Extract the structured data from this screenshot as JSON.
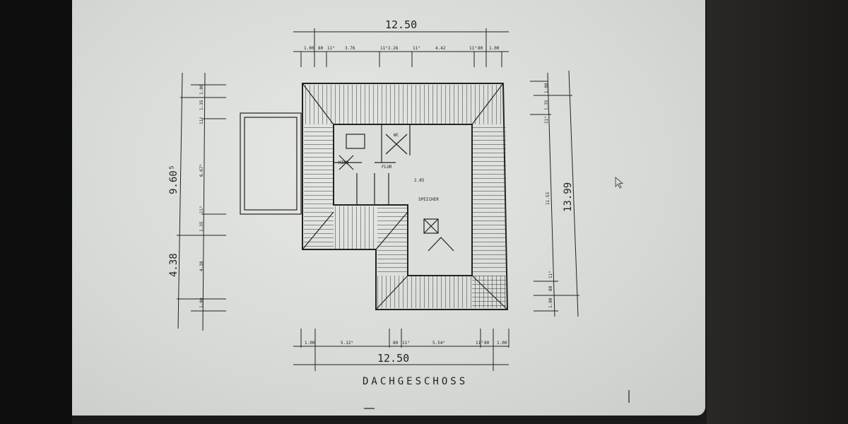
{
  "plan": {
    "title": "DACHGESCHOSS",
    "top_total": "12.50",
    "top_segments": [
      "1.00",
      "80",
      "11⁵",
      "3.76",
      "11⁵",
      "2.26",
      "11⁵",
      "4.42",
      "11⁵",
      "80",
      "1.00"
    ],
    "bottom_total": "12.50",
    "bottom_segments": [
      "1.00",
      "5.12⁵",
      "80",
      "11⁵",
      "5.54⁵",
      "11⁵",
      "80",
      "1.00"
    ],
    "left_total_upper": "9.60⁵",
    "left_total_lower": "4.38",
    "left_segments": [
      "1.00",
      "1.35",
      "11⁵",
      "6.67⁵",
      "11⁵",
      "1.35",
      "4.38",
      "1.00"
    ],
    "right_total": "13.99",
    "right_segments": [
      "1.00",
      "1.35",
      "11⁵",
      "11.53",
      "11⁵",
      "80",
      "1.00"
    ],
    "rooms": {
      "kind": "KIND",
      "wc": "WC",
      "flur": "FLUR",
      "speicher": "SPEICHER",
      "height_mark": "2.85"
    },
    "colors": {
      "line": "#222222",
      "screen": "#dcdfdb"
    }
  },
  "cursor": "mouse-pointer-icon"
}
